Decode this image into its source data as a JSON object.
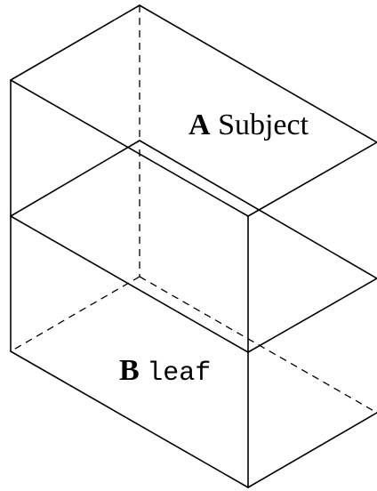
{
  "diagram": {
    "layers": [
      {
        "letter": "A",
        "name": "Subject"
      },
      {
        "letter": "B",
        "name": "leaf"
      }
    ],
    "colors": {
      "stroke": "#000000",
      "background": "#ffffff"
    }
  }
}
